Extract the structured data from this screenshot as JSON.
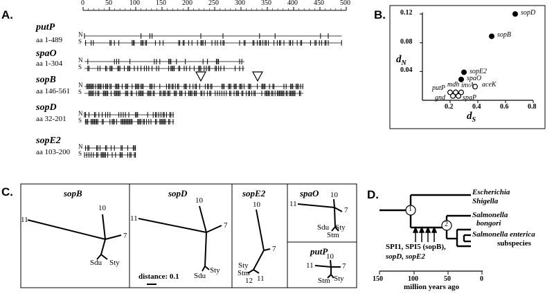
{
  "panels": {
    "A": "A.",
    "B": "B.",
    "C": "C.",
    "D": "D."
  },
  "panelA": {
    "axis_ticks": [
      "0",
      "50",
      "100",
      "150",
      "200",
      "250",
      "300",
      "350",
      "400",
      "450",
      "500"
    ],
    "genes": [
      {
        "name": "putP",
        "range": "aa 1-489",
        "n": "N",
        "s": "S"
      },
      {
        "name": "spaO",
        "range": "aa 1-304",
        "n": "N",
        "s": "S"
      },
      {
        "name": "sopB",
        "range": "aa 146-561",
        "n": "N",
        "s": "S"
      },
      {
        "name": "sopD",
        "range": "aa 32-201",
        "n": "N",
        "s": "S"
      },
      {
        "name": "sopE2",
        "range": "aa 103-200",
        "n": "N",
        "s": "S"
      }
    ]
  },
  "chart_data": {
    "type": "scatter",
    "title": "",
    "xlabel": "dS",
    "ylabel": "dN",
    "xticks": [
      "0.2",
      "0.4",
      "0.6",
      "0.8"
    ],
    "yticks": [
      "0.04",
      "0.08",
      "0.12"
    ],
    "xlim": [
      0,
      0.85
    ],
    "ylim": [
      0,
      0.125
    ],
    "series": [
      {
        "name": "",
        "filled": true,
        "points": [
          {
            "label": "sopD",
            "x": 0.67,
            "y": 0.12
          },
          {
            "label": "sopB",
            "x": 0.5,
            "y": 0.089
          },
          {
            "label": "sopE2",
            "x": 0.3,
            "y": 0.039
          },
          {
            "label": "spaO",
            "x": 0.28,
            "y": 0.029
          }
        ]
      },
      {
        "name": "",
        "filled": false,
        "points": [
          {
            "label": "aceK",
            "x": 0.38,
            "y": 0.019
          },
          {
            "label": "invA",
            "x": 0.28,
            "y": 0.011
          },
          {
            "label": "mdh",
            "x": 0.24,
            "y": 0.011
          },
          {
            "label": "putP",
            "x": 0.2,
            "y": 0.011
          },
          {
            "label": "gnd",
            "x": 0.22,
            "y": 0.006
          },
          {
            "label": "spaP",
            "x": 0.26,
            "y": 0.006
          }
        ]
      }
    ]
  },
  "panelC": {
    "sopB": {
      "title": "sopB",
      "t10": "10",
      "t11": "11",
      "t7": "7",
      "sdu": "Sdu",
      "sty": "Sty"
    },
    "sopD": {
      "title": "sopD",
      "t10": "10",
      "t11": "11",
      "t7": "7",
      "sdu": "Sdu",
      "sty": "Sty",
      "distance": "distance: 0.1"
    },
    "sopE2": {
      "title": "sopE2",
      "t10": "10",
      "t7": "7",
      "sty": "Sty",
      "stm": "Stm",
      "t12": "12",
      "t11": "11"
    },
    "spaO": {
      "title": "spaO",
      "t11": "11",
      "t10": "10",
      "t7": "7",
      "sdu": "Sdu",
      "sty": "Sty",
      "stm": "Stm"
    },
    "putP": {
      "title": "putP",
      "t11": "11",
      "t10": "10",
      "t7": "7",
      "stm": "Stm",
      "sty": "Sty"
    }
  },
  "panelD": {
    "taxa": [
      "Escherichia",
      "Shigella",
      "Salmonella",
      "bongori",
      "Salmonella enterica",
      "subspecies"
    ],
    "nodes": [
      "1",
      "2"
    ],
    "annotation_line1": "SPI1, SPI5 (sopB),",
    "annotation_line2": "sopD, sopE2",
    "axis_ticks": [
      "150",
      "100",
      "50",
      "0"
    ],
    "axis_label": "million years ago"
  }
}
